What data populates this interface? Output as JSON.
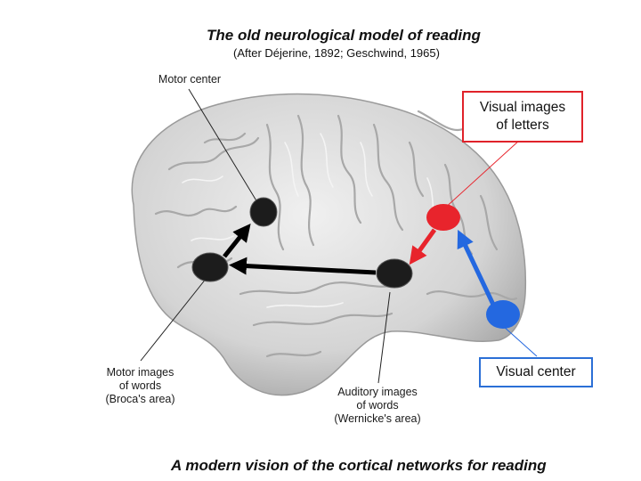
{
  "title": "The old neurological model of reading",
  "subtitle": "(After Déjerine, 1892; Geschwind, 1965)",
  "labels": {
    "motor_center": "Motor center",
    "visual_images_line1": "Visual images",
    "visual_images_line2": "of letters",
    "motor_images_line1": "Motor images",
    "motor_images_line2": "of words",
    "motor_images_line3": "(Broca's area)",
    "auditory_line1": "Auditory images",
    "auditory_line2": "of words",
    "auditory_line3": "(Wernicke's area)",
    "visual_center": "Visual center"
  },
  "footer": "A modern vision of the cortical networks for reading",
  "colors": {
    "red_node": "#e8242c",
    "blue_node": "#2468e0",
    "dark_node": "#1c1c1c",
    "brain": "#d9d9d9"
  }
}
